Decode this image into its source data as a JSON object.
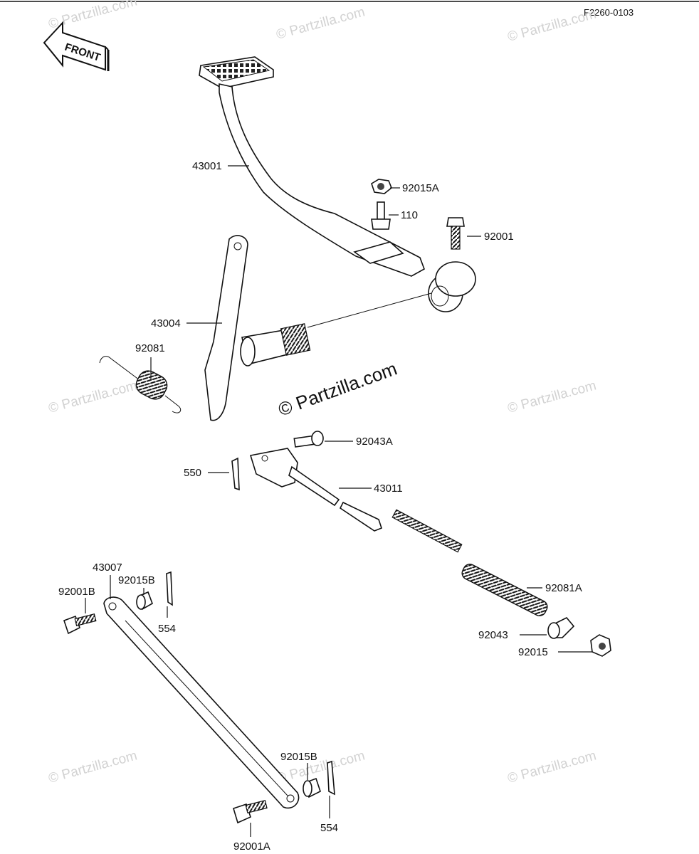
{
  "diagram_code": "F2260-0103",
  "front_label": "FRONT",
  "watermark_main": "© Partzilla.com",
  "watermark_repeat": "© Partzilla.com",
  "parts": {
    "p43001": "43001",
    "p92015A": "92015A",
    "p110": "110",
    "p92001": "92001",
    "p43004": "43004",
    "p92081": "92081",
    "p92043A": "92043A",
    "p550": "550",
    "p43011": "43011",
    "p43007": "43007",
    "p92015B_top": "92015B",
    "p92001B": "92001B",
    "p554_top": "554",
    "p92081A": "92081A",
    "p92043": "92043",
    "p92015": "92015",
    "p92015B_bottom": "92015B",
    "p554_bottom": "554",
    "p92001A": "92001A"
  }
}
